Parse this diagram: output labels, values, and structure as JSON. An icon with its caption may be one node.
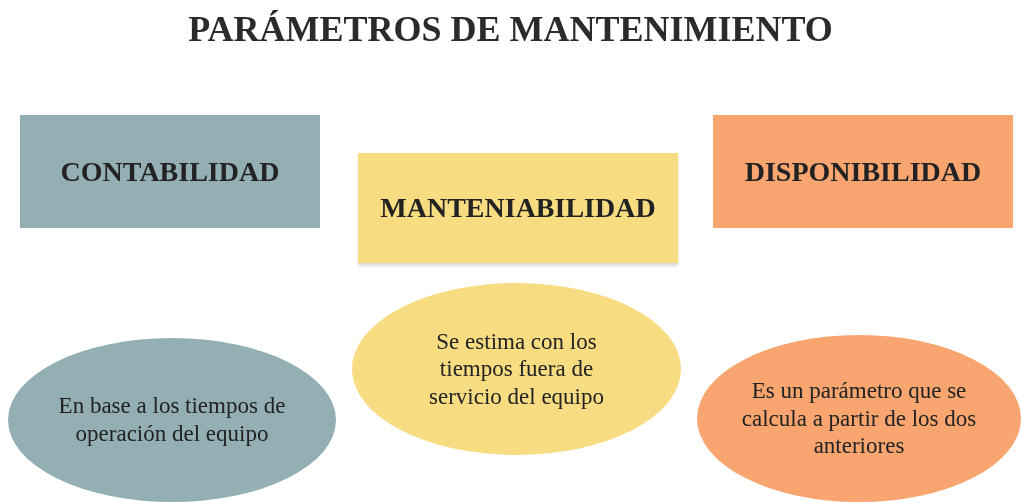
{
  "diagram": {
    "title": "PARÁMETROS DE MANTENIMIENTO",
    "nodes": [
      {
        "text": [
          "CONTABILIDAD"
        ]
      },
      {
        "text": [
          "MANTENIABILIDAD"
        ]
      },
      {
        "text": [
          "DISPONIBILIDAD"
        ]
      },
      {
        "text": [
          "En base a los tiempos de operación del equipo"
        ]
      },
      {
        "text": [
          "Se estima con los tiempos fuera de servicio del equipo"
        ]
      },
      {
        "text": [
          "Es un parámetro que se calcula a partir de los dos anteriores"
        ]
      }
    ]
  }
}
